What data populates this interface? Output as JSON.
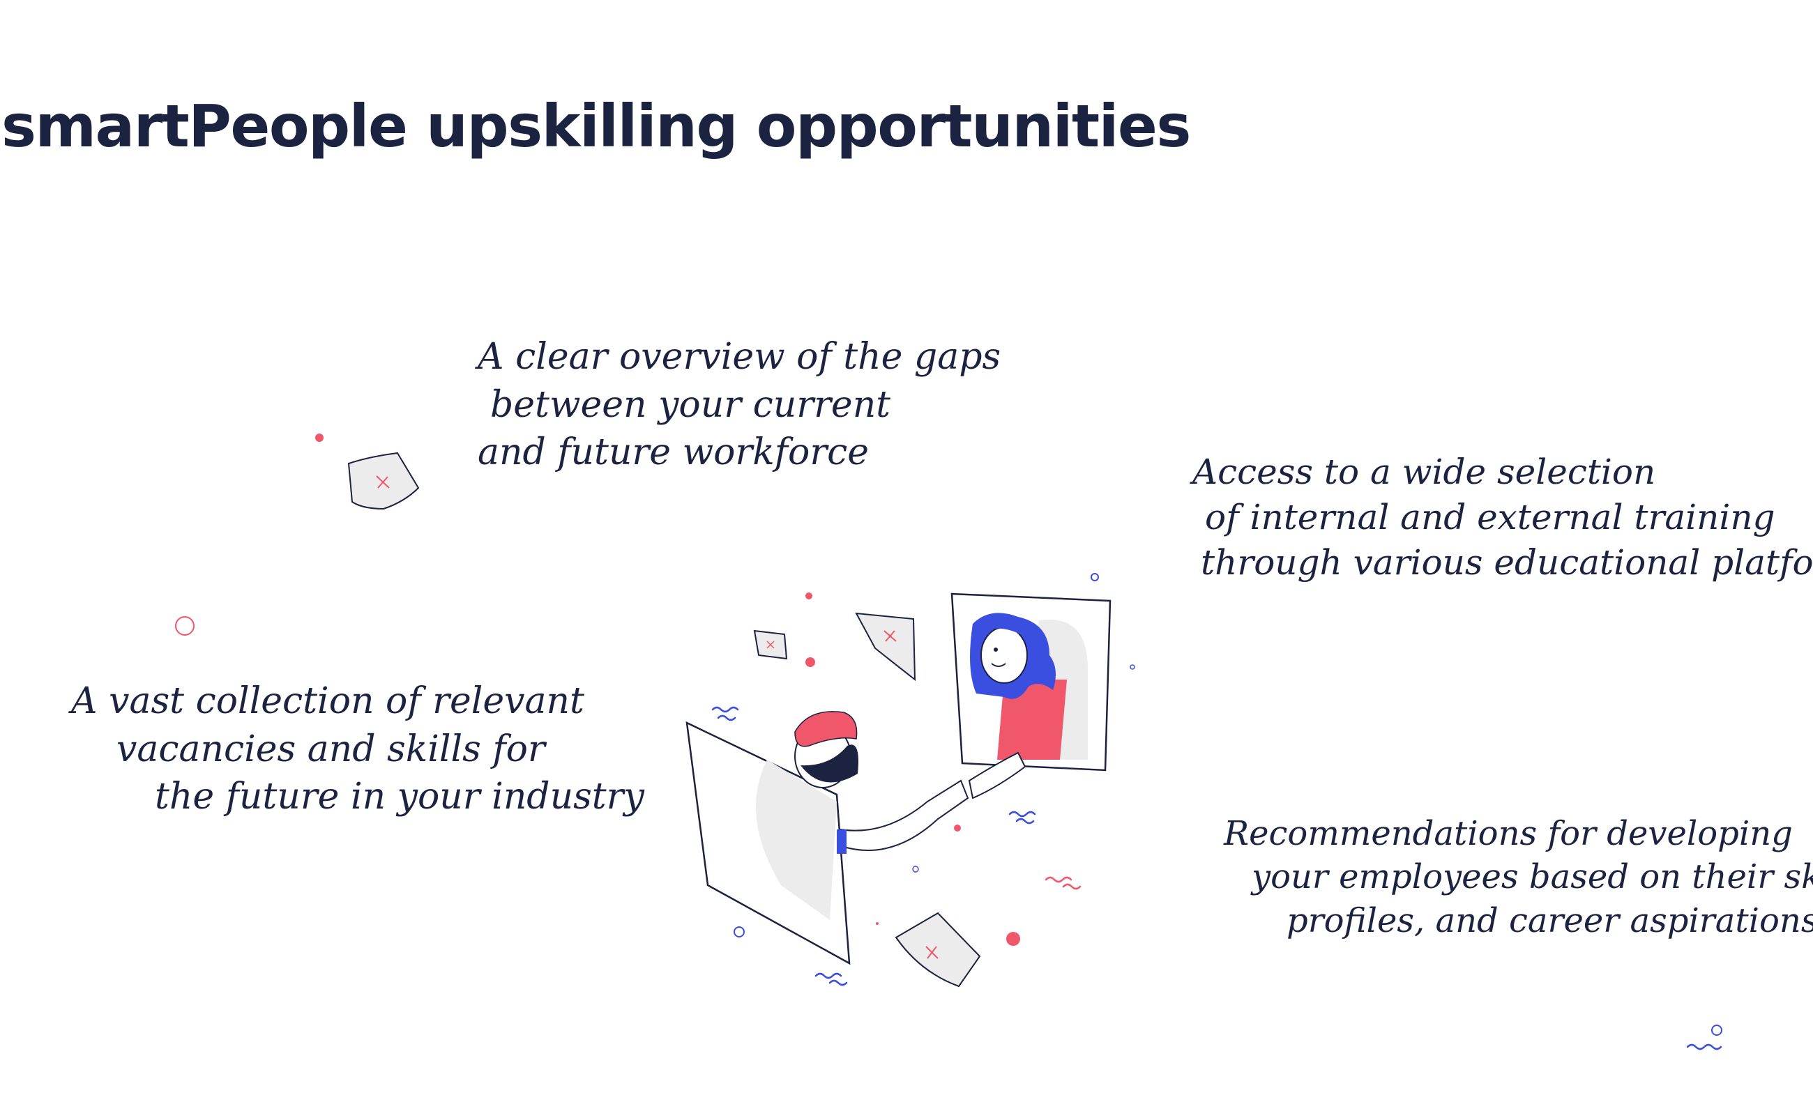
{
  "page": {
    "title": "smartPeople upskilling opportunities"
  },
  "callouts": [
    {
      "lines": [
        "A clear overview of the gaps",
        "between your current",
        "and future workforce"
      ]
    },
    {
      "lines": [
        "Access to a wide selection",
        "of internal and external training",
        "through various educational platforms"
      ]
    },
    {
      "lines": [
        "A vast collection of relevant",
        "vacancies and skills for",
        "the future in your industry"
      ]
    },
    {
      "lines": [
        "Recommendations for developing",
        "your employees based on their skills",
        "profiles, and career aspirations"
      ]
    }
  ],
  "illustration": {
    "scene": "two people shaking hands through screens",
    "colors": {
      "ink": "#1b2340",
      "accent_red": "#f0576a",
      "accent_blue": "#3a4ee0",
      "paper": "#ececec"
    }
  }
}
